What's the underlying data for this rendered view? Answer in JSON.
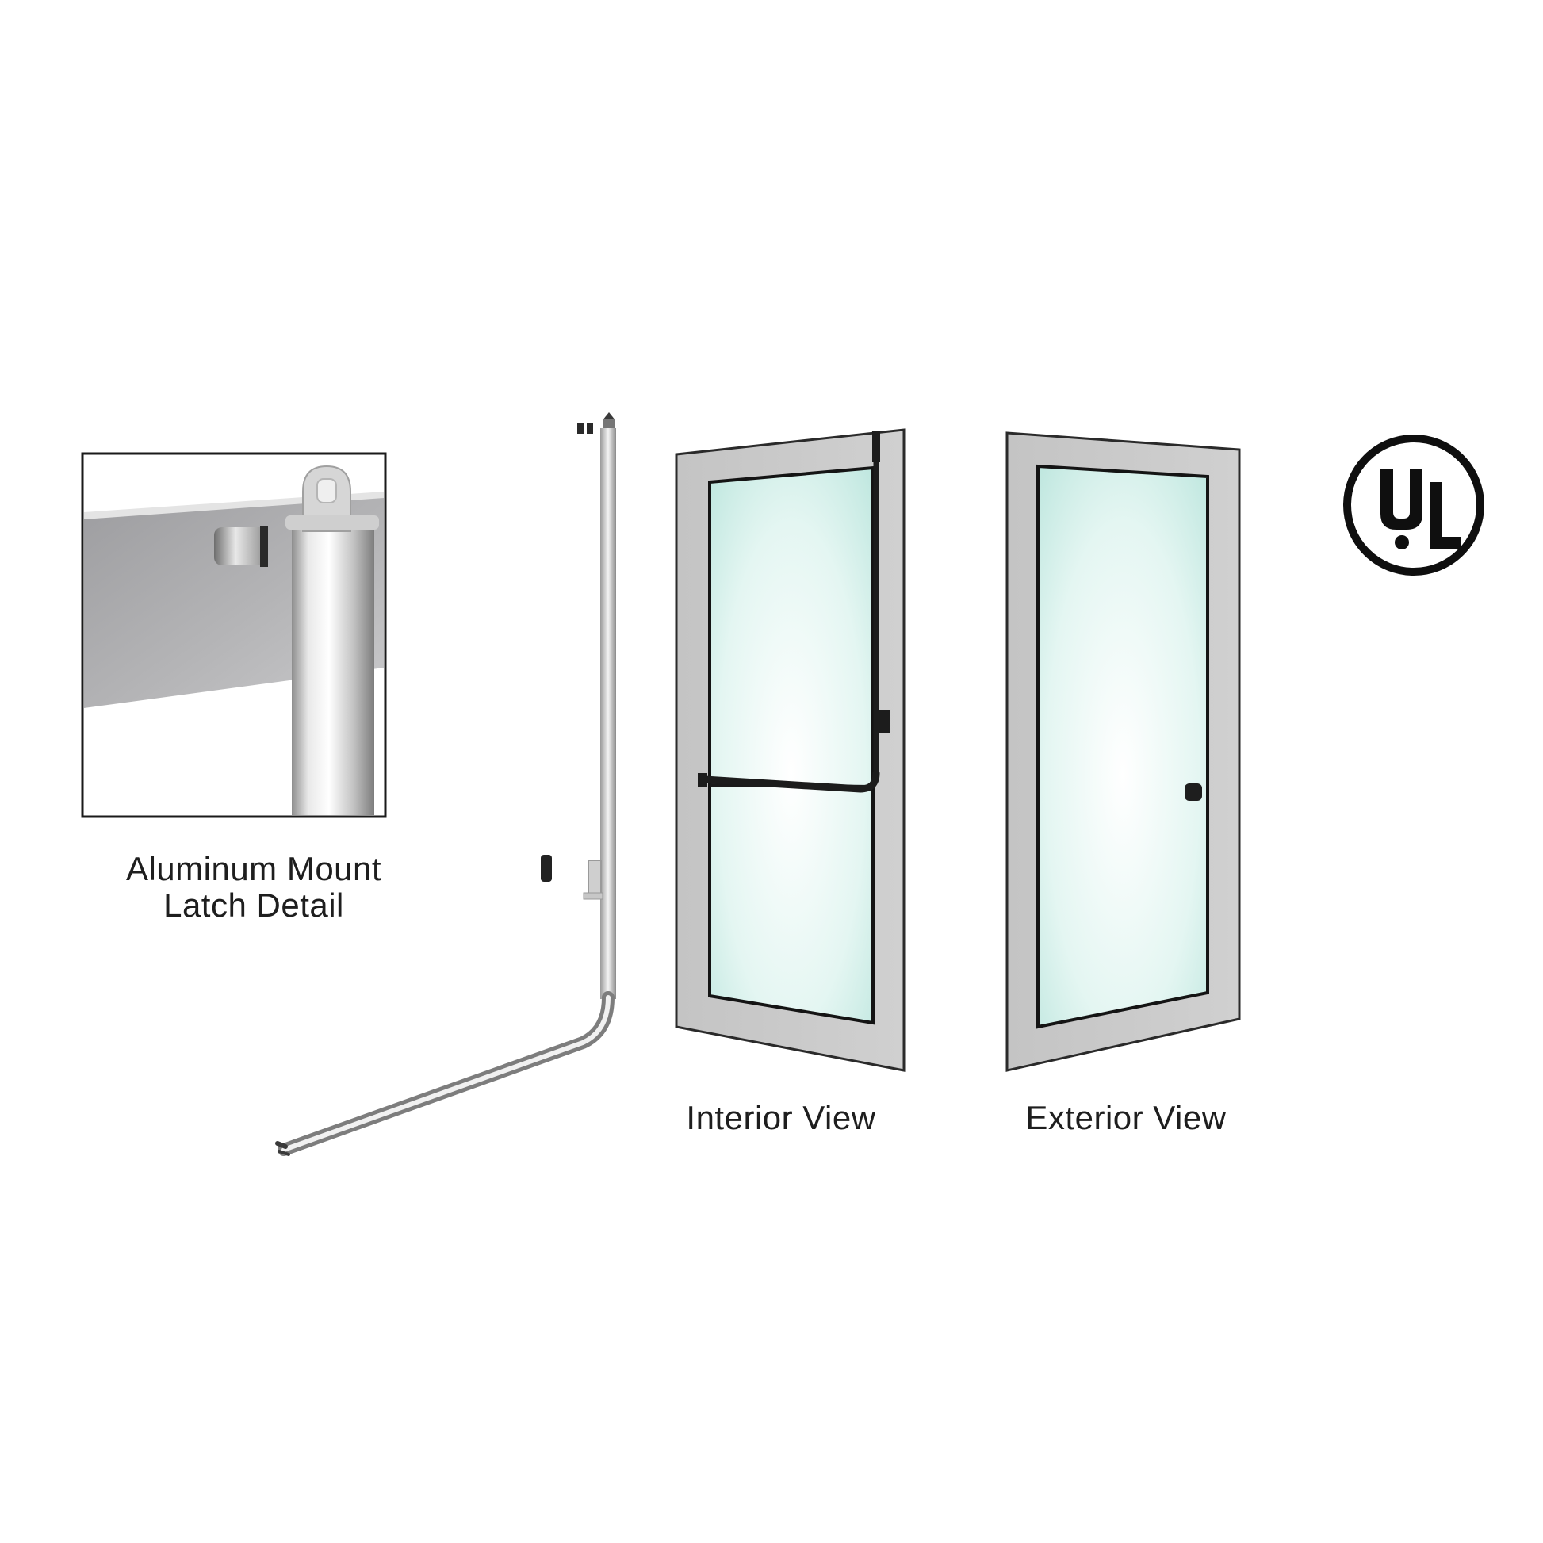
{
  "figure": {
    "detail_caption_line1": "Aluminum Mount",
    "detail_caption_line2": "Latch Detail",
    "interior_caption": "Interior View",
    "exterior_caption": "Exterior View",
    "certification_mark": "UL"
  },
  "colors": {
    "background": "#ffffff",
    "door_frame": "#c8c8c8",
    "glass_light": "#f2fbf9",
    "glass_tint": "#bfe6df",
    "hardware_dark": "#1c1c1c",
    "panel_gray": "#a9a9ab"
  },
  "icons": {
    "ul_mark": "ul-certification-icon",
    "panic_bar": "panic-bar-icon"
  }
}
